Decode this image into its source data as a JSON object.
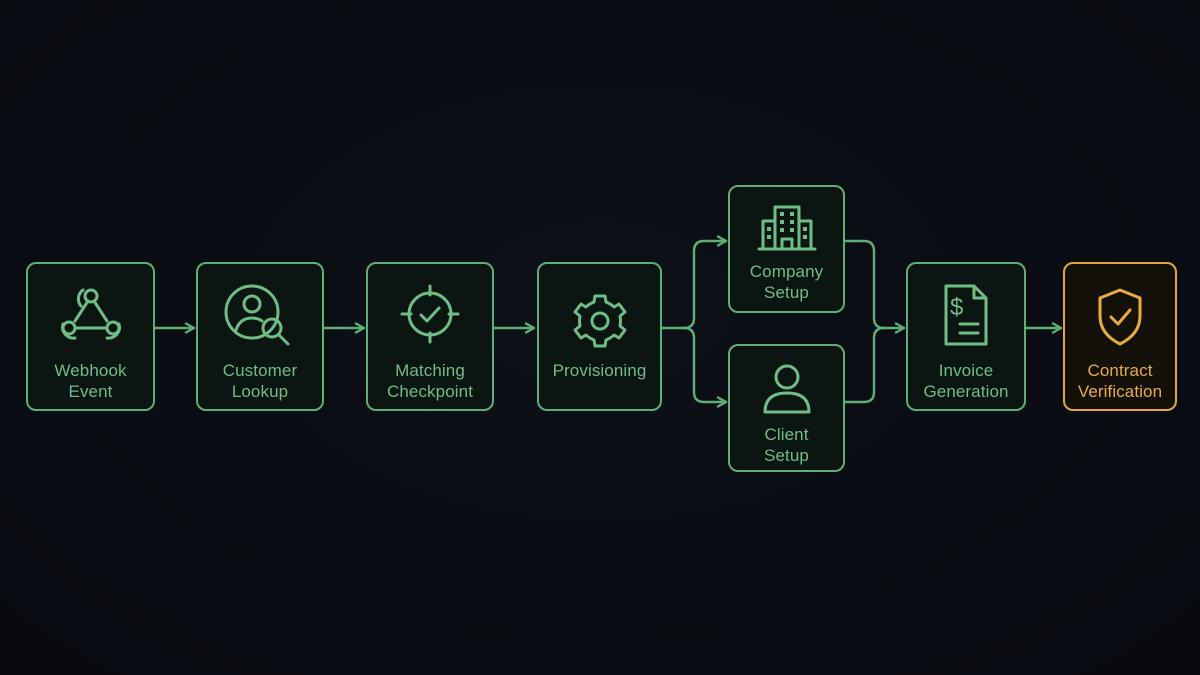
{
  "colors": {
    "background": "#0a0d13",
    "node_stroke": "#5fae77",
    "node_text": "#6fbd86",
    "highlight_stroke": "#e5a53a",
    "highlight_text": "#e9ab41"
  },
  "nodes": {
    "webhook_event": {
      "line1": "Webhook",
      "line2": "Event",
      "icon": "webhook-icon"
    },
    "customer_lookup": {
      "line1": "Customer",
      "line2": "Lookup",
      "icon": "user-search-icon"
    },
    "matching_checkpoint": {
      "line1": "Matching",
      "line2": "Checkpoint",
      "icon": "target-check-icon"
    },
    "provisioning": {
      "line1": "Provisioning",
      "icon": "gear-icon"
    },
    "company_setup": {
      "line1": "Company",
      "line2": "Setup",
      "icon": "building-icon"
    },
    "client_setup": {
      "line1": "Client",
      "line2": "Setup",
      "icon": "user-icon"
    },
    "invoice_generation": {
      "line1": "Invoice",
      "line2": "Generation",
      "icon": "invoice-icon"
    },
    "contract_verification": {
      "line1": "Contract",
      "line2": "Verification",
      "icon": "shield-check-icon"
    }
  }
}
